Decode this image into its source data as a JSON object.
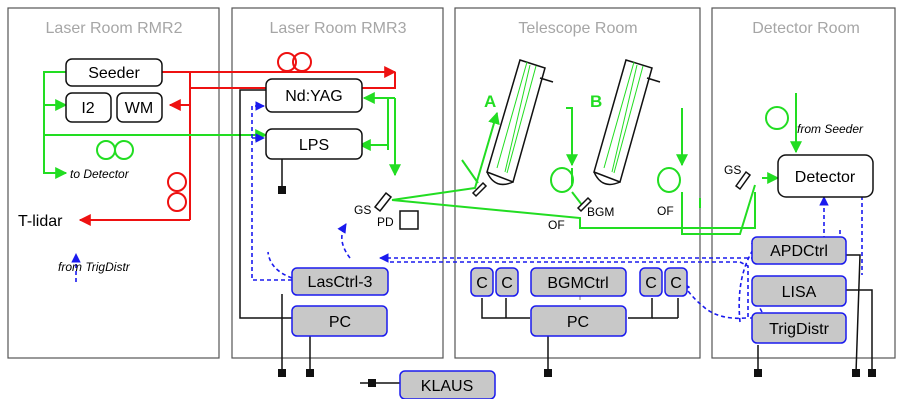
{
  "rooms": [
    {
      "title": "Laser Room RMR2"
    },
    {
      "title": "Laser Room RMR3"
    },
    {
      "title": "Telescope Room"
    },
    {
      "title": "Detector Room"
    }
  ],
  "components": {
    "seeder": "Seeder",
    "i2": "I2",
    "wm": "WM",
    "ndyag": "Nd:YAG",
    "lps": "LPS",
    "detector": "Detector",
    "lasctrl": "LasCtrl-3",
    "pc_laser": "PC",
    "pc_telescope": "PC",
    "bgmctrl": "BGMCtrl",
    "c": "C",
    "apdctrl": "APDCtrl",
    "lisa": "LISA",
    "trigdistr": "TrigDistr",
    "klaus": "KLAUS"
  },
  "labels": {
    "to_detector": "to Detector",
    "tlidar": "T-lidar",
    "from_trigdistr": "from TrigDistr",
    "from_seeder": "from Seeder",
    "gs": "GS",
    "pd": "PD",
    "of": "OF",
    "bgm": "BGM",
    "telescope_a": "A",
    "telescope_b": "B"
  },
  "colors": {
    "red_fiber": "#ee1111",
    "green_beam": "#22dd22",
    "blue_signal": "#1a1aee",
    "electronics_box": "#c8c8c8",
    "room_border": "#555555",
    "room_title": "#a6a6a6"
  }
}
